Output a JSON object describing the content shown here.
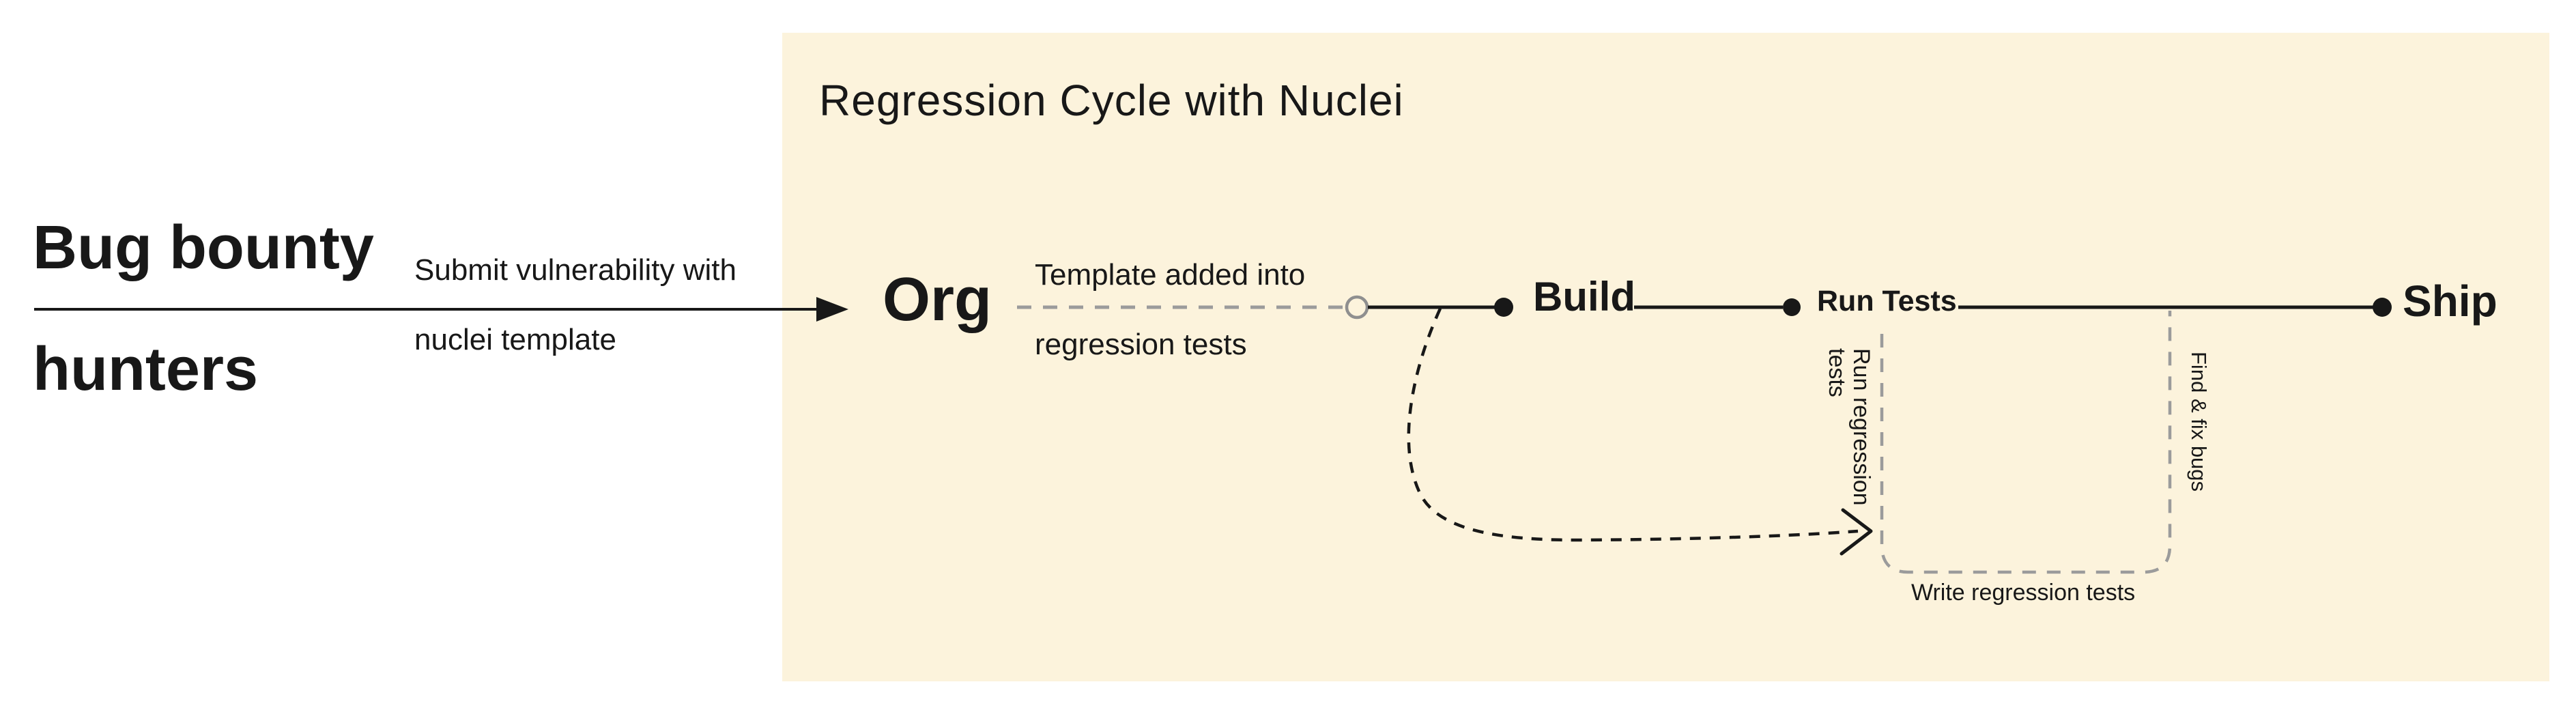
{
  "diagram": {
    "title": "Regression Cycle with Nuclei",
    "actor": {
      "line1": "Bug bounty",
      "line2": "hunters"
    },
    "submit_arrow_label": {
      "line1": "Submit vulnerability with",
      "line2": "nuclei template"
    },
    "nodes": {
      "org": "Org",
      "build": "Build",
      "run_tests": "Run Tests",
      "ship": "Ship"
    },
    "template_label": {
      "line1": "Template added into",
      "line2": "regression tests"
    },
    "loop_label": "Run regression\ntests",
    "fix_label": "Find & fix bugs",
    "write_label": "Write regression tests",
    "colors": {
      "panel_bg": "#FCF3DC",
      "page_bg": "#ffffff",
      "ink": "#181818",
      "muted_gray": "#9B9B9B"
    }
  }
}
